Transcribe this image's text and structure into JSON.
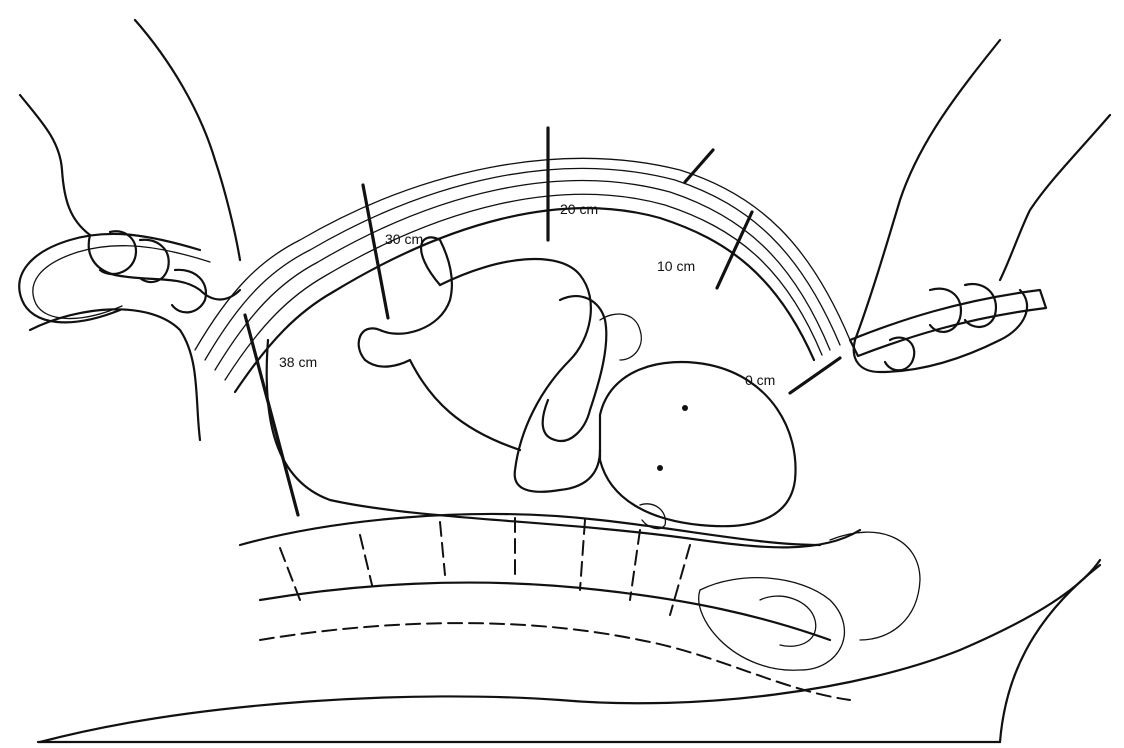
{
  "labels": {
    "m0": "0 cm",
    "m10": "10 cm",
    "m20": "20 cm",
    "m30": "30 cm",
    "m38": "38 cm"
  }
}
